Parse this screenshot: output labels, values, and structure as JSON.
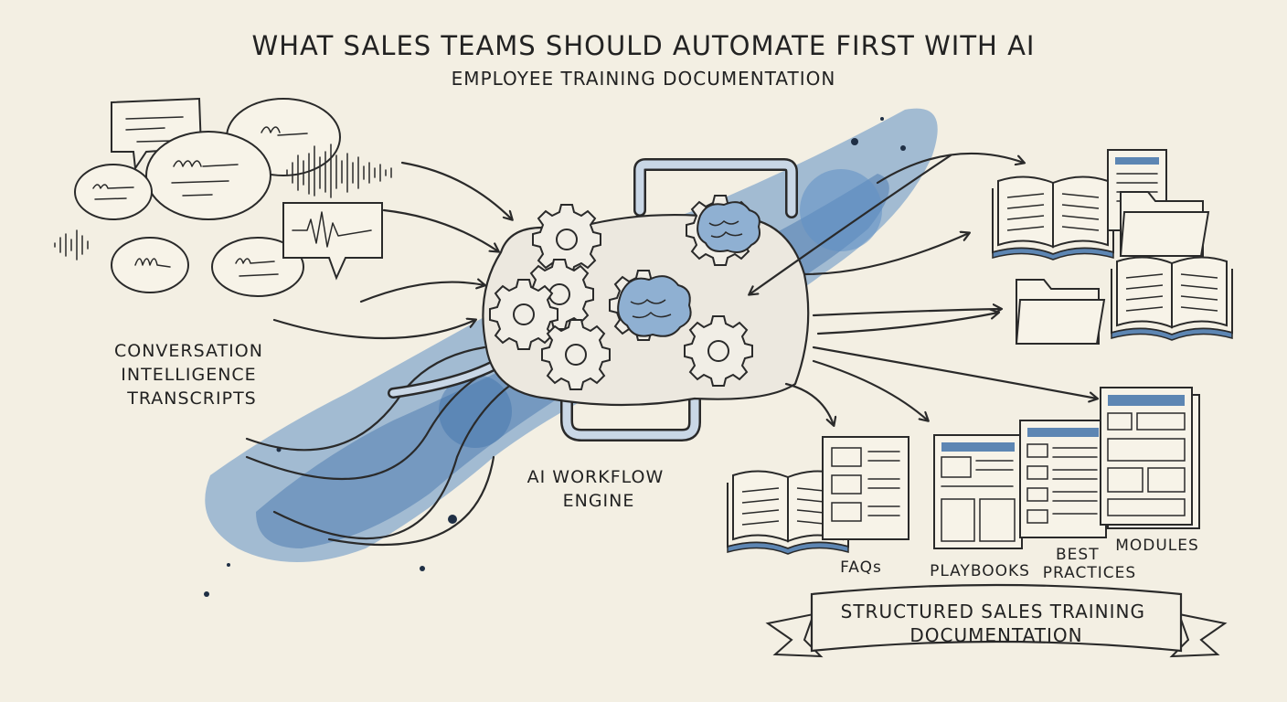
{
  "title": "WHAT SALES TEAMS SHOULD AUTOMATE FIRST WITH AI",
  "subtitle": "EMPLOYEE TRAINING DOCUMENTATION",
  "input_label": [
    "CONVERSATION",
    "INTELLIGENCE",
    "TRANSCRIPTS"
  ],
  "engine_label": [
    "AI WORKFLOW",
    "ENGINE"
  ],
  "outputs": {
    "faqs": "FAQs",
    "playbooks": "PLAYBOOKS",
    "best_practices": [
      "BEST",
      "PRACTICES"
    ],
    "modules": "MODULES"
  },
  "banner": [
    "STRUCTURED SALES TRAINING",
    "DOCUMENTATION"
  ],
  "colors": {
    "ink": "#2a2a2a",
    "watercolor": "#5e8fc4",
    "paper": "#f3efe3"
  },
  "icons": [
    "speech-bubble-icon",
    "sound-wave-icon",
    "gear-icon",
    "brain-icon",
    "pipe-icon",
    "open-book-icon",
    "folder-icon",
    "document-icon",
    "ribbon-banner-icon"
  ]
}
